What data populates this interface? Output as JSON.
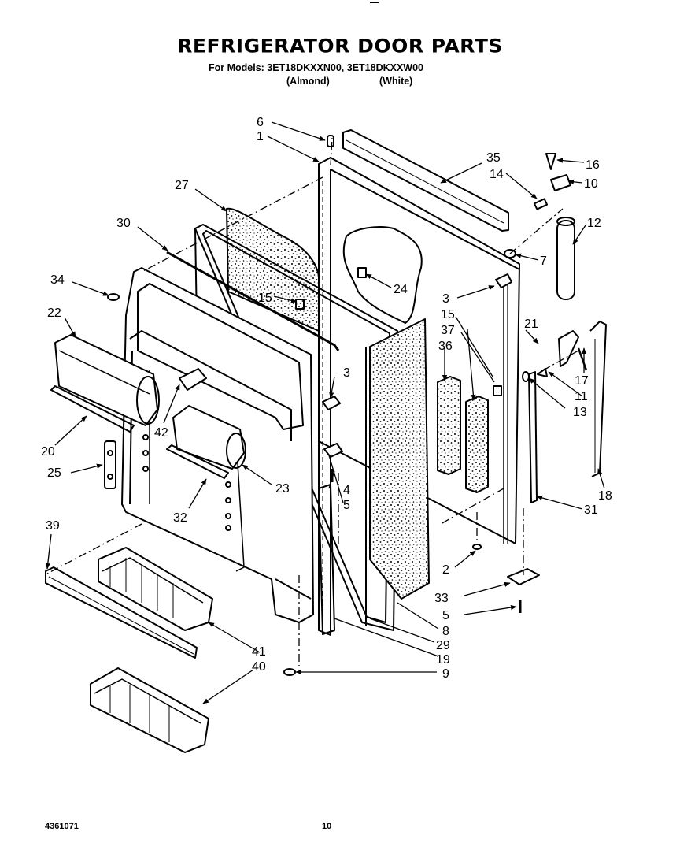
{
  "header": {
    "title": "REFRIGERATOR DOOR PARTS",
    "models_line": "For Models: 3ET18DKXXN00, 3ET18DKXXW00",
    "variant_1": "(Almond)",
    "variant_2": "(White)"
  },
  "footer": {
    "doc_number": "4361071",
    "page_number": "10"
  },
  "callouts": [
    "1",
    "2",
    "3",
    "3",
    "4",
    "5",
    "5",
    "6",
    "7",
    "8",
    "9",
    "10",
    "11",
    "12",
    "13",
    "14",
    "15",
    "15",
    "16",
    "17",
    "18",
    "19",
    "20",
    "21",
    "22",
    "23",
    "24",
    "25",
    "27",
    "29",
    "30",
    "31",
    "32",
    "33",
    "34",
    "35",
    "36",
    "37",
    "39",
    "40",
    "41",
    "42"
  ]
}
